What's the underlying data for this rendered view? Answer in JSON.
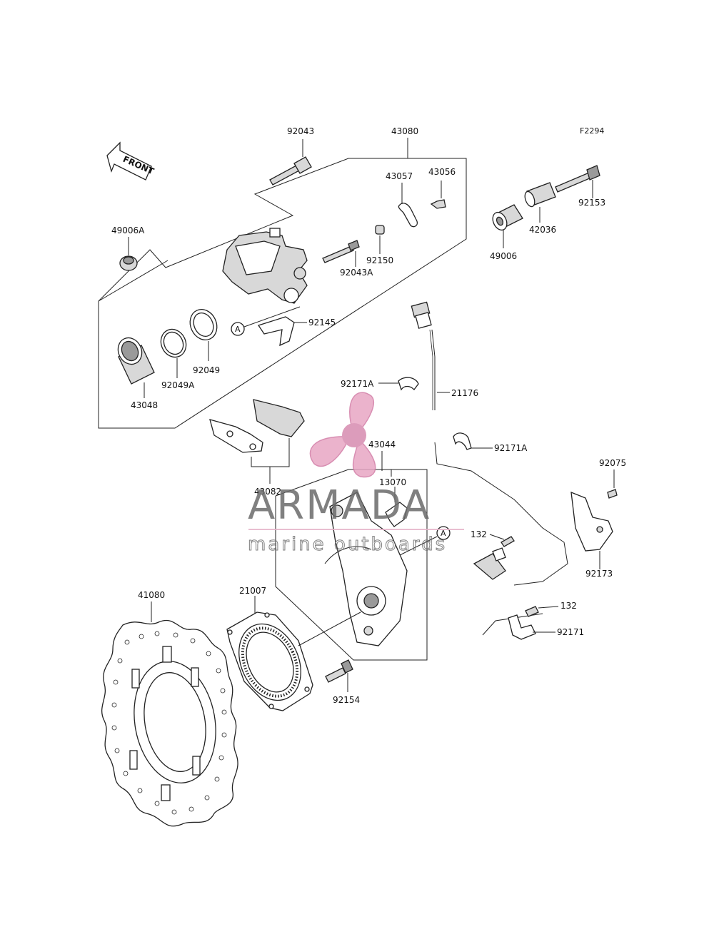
{
  "diagram_code": "F2294",
  "front_arrow": {
    "label": "FRONT"
  },
  "reference_marker": "A",
  "watermark": {
    "brand": "ARMADA",
    "tagline": "marine outboards",
    "colors": {
      "propeller": "#e8a6c4",
      "hub": "#d78bb0",
      "text": "#6b6b6b",
      "rule": "#e6b3c9"
    }
  },
  "parts": {
    "p92043": "92043",
    "p43080": "43080",
    "p43057": "43057",
    "p43056": "43056",
    "p49006A": "49006A",
    "p92150": "92150",
    "p92043A": "92043A",
    "p92153": "92153",
    "p42036": "42036",
    "p49006": "49006",
    "p92145": "92145",
    "p92049": "92049",
    "p92049A": "92049A",
    "p43048": "43048",
    "p92171A_top": "92171A",
    "p21176": "21176",
    "p92171A_mid": "92171A",
    "p43044": "43044",
    "p13070": "13070",
    "p43082": "43082",
    "p92075": "92075",
    "p132_top": "132",
    "p92173": "92173",
    "p41080": "41080",
    "p21007": "21007",
    "p132_bot": "132",
    "p92171": "92171",
    "p92154": "92154"
  }
}
